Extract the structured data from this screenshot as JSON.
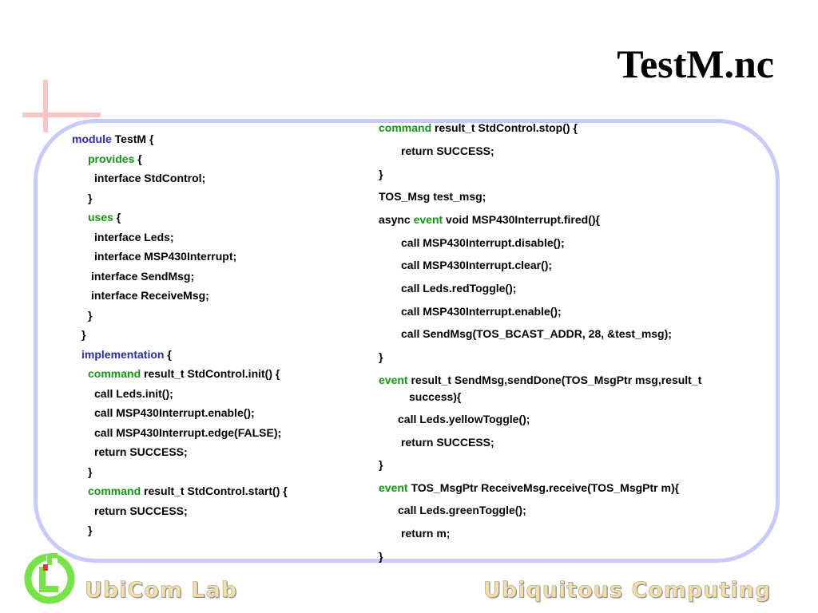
{
  "slide": {
    "title": "TestM.nc",
    "lab_name": "UbiCom Lab",
    "subject": "Ubiquitous Computing"
  },
  "colors": {
    "keyword_blue": "#2a2ab8",
    "keyword_green": "#119a11",
    "frame": "#c9c9fb",
    "cross": "#f9c6c6",
    "logo_green": "#76e446"
  },
  "icons": {
    "logo": "ubicom-logo-icon",
    "decoration": "cross-decoration"
  },
  "left_code": [
    {
      "kw": "module",
      "kw_color": "blue",
      "text": " TestM {"
    },
    {
      "kw": "provides",
      "kw_color": "green",
      "text": " {"
    },
    {
      "kw": "",
      "kw_color": "",
      "text": "interface StdControl;"
    },
    {
      "kw": "",
      "kw_color": "",
      "text": "}"
    },
    {
      "kw": "uses",
      "kw_color": "green",
      "text": " {"
    },
    {
      "kw": "",
      "kw_color": "",
      "text": "interface Leds;"
    },
    {
      "kw": "",
      "kw_color": "",
      "text": "interface MSP430Interrupt;"
    },
    {
      "kw": "",
      "kw_color": "",
      "text": "interface SendMsg;"
    },
    {
      "kw": "",
      "kw_color": "",
      "text": "interface ReceiveMsg;"
    },
    {
      "kw": "",
      "kw_color": "",
      "text": "}"
    },
    {
      "kw": "",
      "kw_color": "",
      "text": "}"
    },
    {
      "kw": "implementation",
      "kw_color": "blue",
      "text": " {"
    },
    {
      "kw": "command",
      "kw_color": "green",
      "text": " result_t StdControl.init() {"
    },
    {
      "kw": "",
      "kw_color": "",
      "text": "call Leds.init();"
    },
    {
      "kw": "",
      "kw_color": "",
      "text": "call MSP430Interrupt.enable();"
    },
    {
      "kw": "",
      "kw_color": "",
      "text": "call MSP430Interrupt.edge(FALSE);"
    },
    {
      "kw": "",
      "kw_color": "",
      "text": "return SUCCESS;"
    },
    {
      "kw": "",
      "kw_color": "",
      "text": "}"
    },
    {
      "kw": "command",
      "kw_color": "green",
      "text": " result_t StdControl.start() {"
    },
    {
      "kw": "",
      "kw_color": "",
      "text": "return SUCCESS;"
    },
    {
      "kw": "",
      "kw_color": "",
      "text": "}"
    }
  ],
  "right_code": [
    {
      "kw": "command",
      "kw_color": "green",
      "text": " result_t StdControl.stop() {"
    },
    {
      "kw": "",
      "kw_color": "",
      "text": "return SUCCESS;"
    },
    {
      "kw": "",
      "kw_color": "",
      "text": "}"
    },
    {
      "kw": "",
      "kw_color": "",
      "text": "TOS_Msg test_msg;"
    },
    {
      "pre": "async ",
      "kw": "event",
      "kw_color": "green",
      "text": " void MSP430Interrupt.fired(){"
    },
    {
      "kw": "",
      "kw_color": "",
      "text": "call MSP430Interrupt.disable();"
    },
    {
      "kw": "",
      "kw_color": "",
      "text": "call MSP430Interrupt.clear();"
    },
    {
      "kw": "",
      "kw_color": "",
      "text": "call Leds.redToggle();"
    },
    {
      "kw": "",
      "kw_color": "",
      "text": "call MSP430Interrupt.enable();"
    },
    {
      "kw": "",
      "kw_color": "",
      "text": "call SendMsg(TOS_BCAST_ADDR, 28, &test_msg);"
    },
    {
      "kw": "",
      "kw_color": "",
      "text": "}"
    },
    {
      "kw": "event",
      "kw_color": "green",
      "text": " result_t SendMsg,sendDone(TOS_MsgPtr msg,result_t"
    },
    {
      "kw": "",
      "kw_color": "",
      "text": "success){"
    },
    {
      "kw": "",
      "kw_color": "",
      "text": "call Leds.yellowToggle();"
    },
    {
      "kw": "",
      "kw_color": "",
      "text": "return SUCCESS;"
    },
    {
      "kw": "",
      "kw_color": "",
      "text": "}"
    },
    {
      "kw": "event",
      "kw_color": "green",
      "text": " TOS_MsgPtr ReceiveMsg.receive(TOS_MsgPtr m){"
    },
    {
      "kw": "",
      "kw_color": "",
      "text": "call Leds.greenToggle();"
    },
    {
      "kw": "",
      "kw_color": "",
      "text": "return m;"
    },
    {
      "kw": "",
      "kw_color": "",
      "text": "}"
    }
  ]
}
